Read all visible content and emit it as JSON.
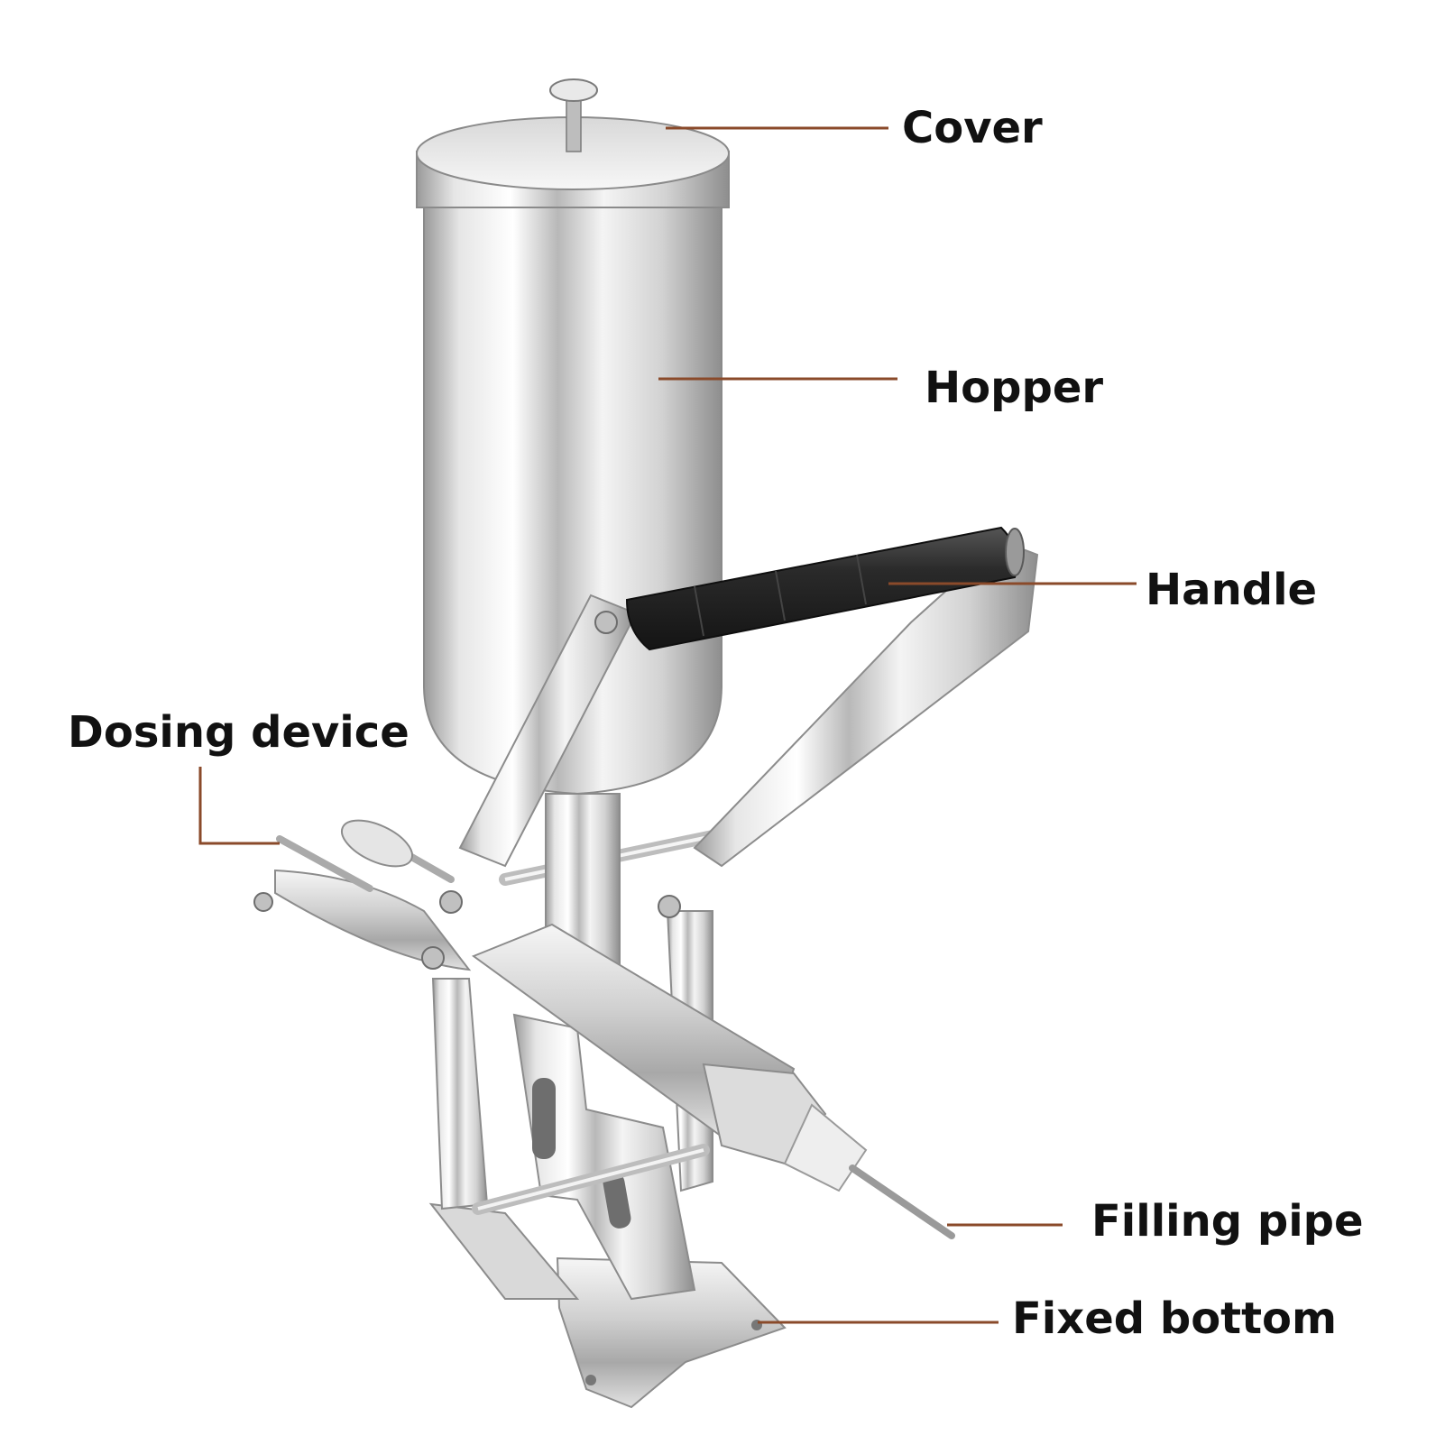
{
  "labels": {
    "cover": "Cover",
    "hopper": "Hopper",
    "handle": "Handle",
    "dosing_device": "Dosing device",
    "filling_pipe": "Filling pipe",
    "fixed_bottom": "Fixed bottom"
  },
  "colors": {
    "leader_line": "#8a4a2a",
    "steel_light": "#f1f1f1",
    "steel_mid": "#c9c9c9",
    "steel_dark": "#8c8c8c",
    "grip": "#2b2b2b",
    "nozzle_white": "#eeeeee",
    "text": "#111111"
  }
}
